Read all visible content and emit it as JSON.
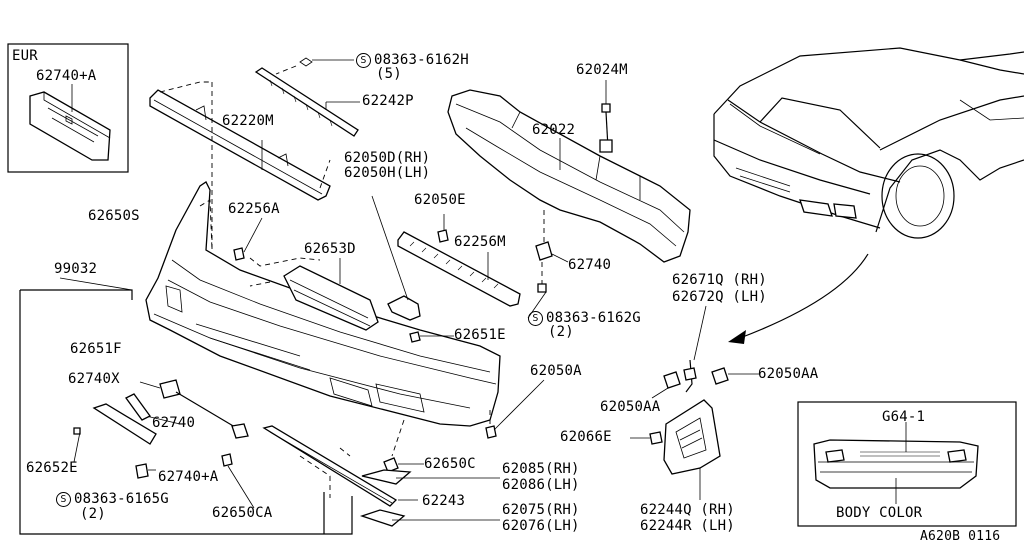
{
  "labels": {
    "eur": "EUR",
    "p62740A_top": "62740+A",
    "p08363_6162H": "08363-6162H",
    "p08363_6162H_qty": "(5)",
    "p62024M": "62024M",
    "p62242P": "62242P",
    "p62220M": "62220M",
    "p62022": "62022",
    "p62050D": "62050D(RH)",
    "p62050H": "62050H(LH)",
    "p62650S": "62650S",
    "p62256A": "62256A",
    "p62050E": "62050E",
    "p62256M": "62256M",
    "p62653D": "62653D",
    "p99032": "99032",
    "p62740": "62740",
    "p08363_6162G": "08363-6162G",
    "p08363_6162G_qty": "(2)",
    "p62671Q": "62671Q (RH)",
    "p62672Q": "62672Q (LH)",
    "p62651E": "62651E",
    "p62651F": "62651F",
    "p62740X": "62740X",
    "p62050A": "62050A",
    "p62050AA_right": "62050AA",
    "p62050AA_left": "62050AA",
    "p62740_mid": "62740",
    "p62066E": "62066E",
    "p62652E": "62652E",
    "p62650C": "62650C",
    "p62085": "62085(RH)",
    "p62086": "62086(LH)",
    "p62740A_bottom": "62740+A",
    "p08363_6165G": "08363-6165G",
    "p08363_6165G_qty": "(2)",
    "p62243": "62243",
    "p62650CA": "62650CA",
    "p62075": "62075(RH)",
    "p62076": "62076(LH)",
    "p62244Q": "62244Q (RH)",
    "p62244R": "62244R (LH)",
    "g64_1": "G64-1",
    "body_color": "BODY COLOR",
    "drawing_code": "A620B 0116",
    "s_symbol": "S"
  }
}
